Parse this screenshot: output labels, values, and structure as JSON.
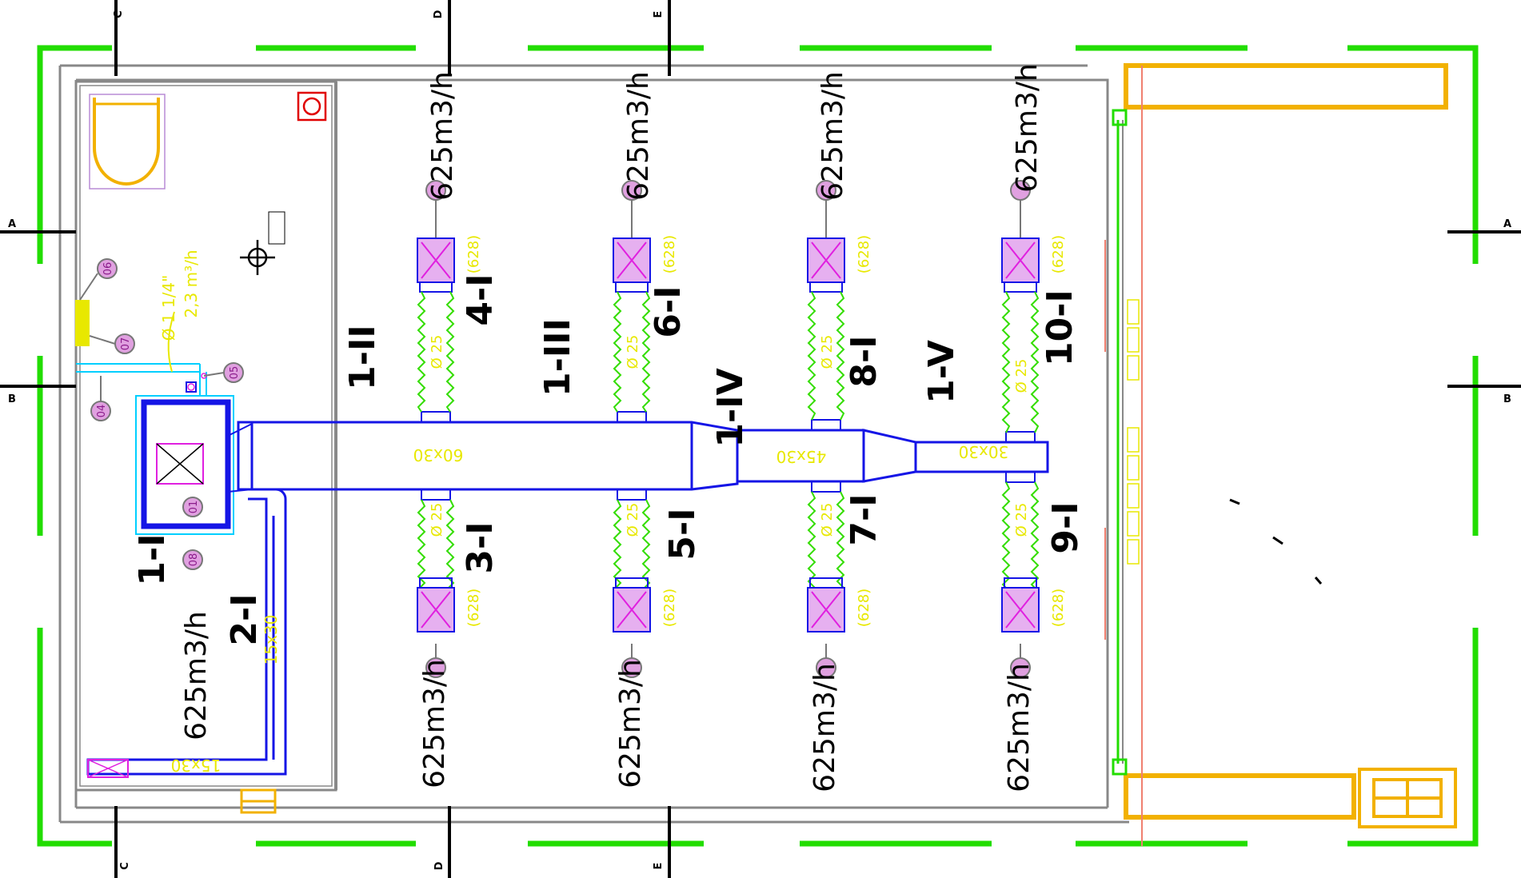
{
  "axis_markers": {
    "top": [
      "C",
      "D",
      "E"
    ],
    "bottom": [
      "C",
      "D",
      "E"
    ],
    "left": [
      "A",
      "B"
    ],
    "right": [
      "A",
      "B"
    ]
  },
  "segments": [
    "1-I",
    "2-I",
    "1-II",
    "1-III",
    "1-IV",
    "1-V",
    "3-I",
    "4-I",
    "5-I",
    "6-I",
    "7-I",
    "8-I",
    "9-I",
    "10-I"
  ],
  "flow_label": "625m3/h",
  "duct_sizes": {
    "main1": "60x30",
    "main2": "45x30",
    "main3": "30x30",
    "return_vertical": "15x30",
    "return_horizontal": "15x30"
  },
  "flex_diameter": "Ø 25",
  "diffuser_code": "(628)",
  "pipe_label": {
    "diameter": "Ø 1 1/4\"",
    "flow": "2,3 m³/h"
  },
  "equipment_tags": [
    "06",
    "07",
    "05",
    "04",
    "01",
    "08"
  ],
  "colors": {
    "duct": "#1515e6",
    "diffuser": "#e020e0",
    "flex": "#33dd00",
    "wall_marker": "#22dd00",
    "annotation": "#e8e800",
    "window": "#f2b100"
  }
}
